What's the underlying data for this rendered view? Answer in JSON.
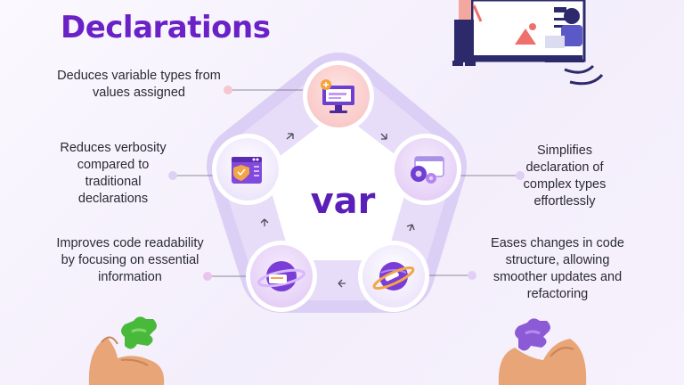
{
  "header": {
    "title": "Declarations"
  },
  "center": {
    "word": "var"
  },
  "benefits": [
    {
      "text": "Deduces variable types from values assigned",
      "icon": "computer-icon",
      "dot_color": "#f5c7cf"
    },
    {
      "text": "Simplifies declaration of complex types effortlessly",
      "icon": "gears-icon",
      "dot_color": "#e1cff5"
    },
    {
      "text": "Eases changes in code structure, allowing smoother updates and refactoring",
      "icon": "planet-icon",
      "dot_color": "#e1cff5"
    },
    {
      "text": "Improves code readability by focusing on essential information",
      "icon": "planet-browser-icon",
      "dot_color": "#ebc4ee"
    },
    {
      "text": "Reduces verbosity compared to traditional declarations",
      "icon": "shield-window-icon",
      "dot_color": "#dcd0f5"
    }
  ],
  "colors": {
    "accent": "#6a21c6",
    "ring": "#d5c8f3",
    "node_pink": "#fbd0cf",
    "node_lilac": "#e9d7f7"
  }
}
